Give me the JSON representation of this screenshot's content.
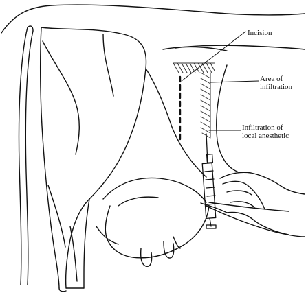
{
  "labels": {
    "incision": "Incision",
    "area_of_infiltration": "Area of\ninfiltration",
    "infiltration_of_local_anesthetic": "Infiltration of\nlocal anesthetic"
  },
  "colors": {
    "line": "#111111",
    "hatch": "#333333",
    "background": "#ffffff"
  }
}
